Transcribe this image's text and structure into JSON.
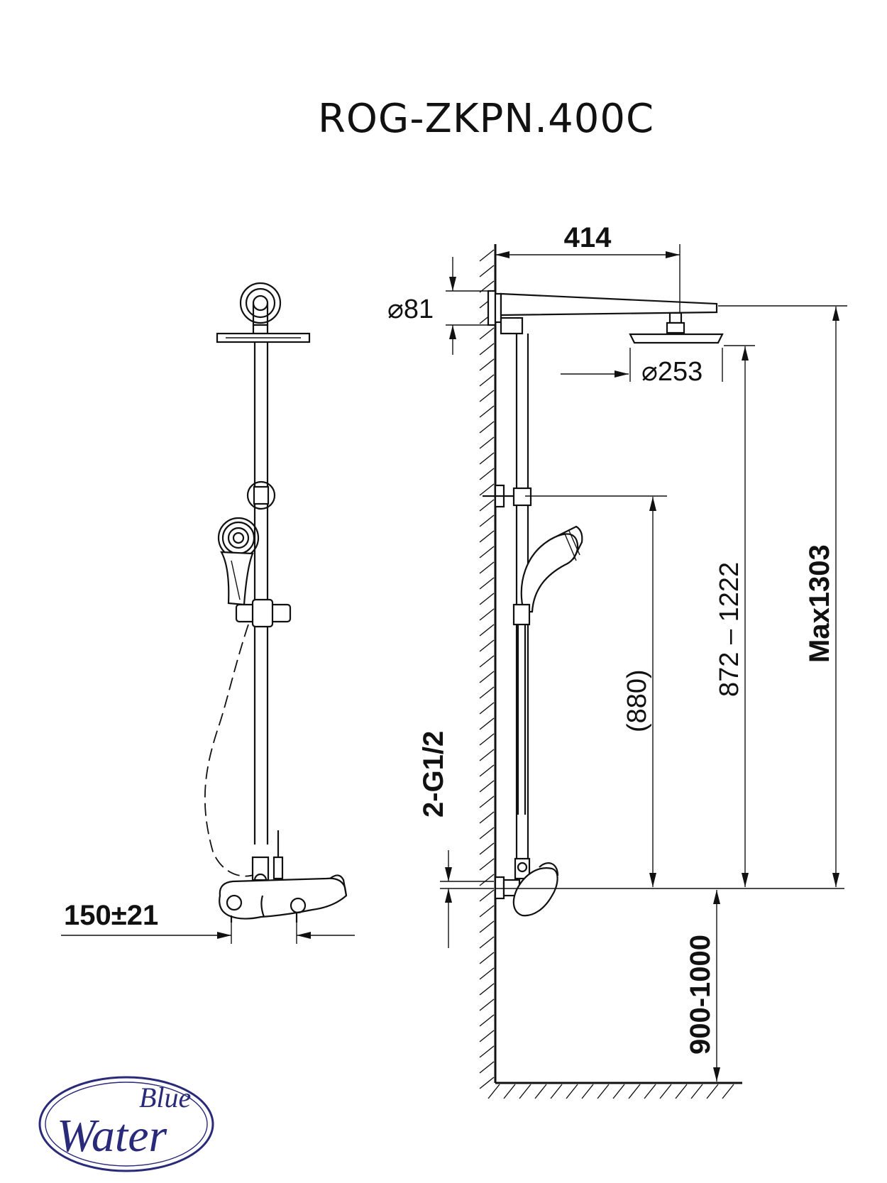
{
  "title": "ROG-ZKPN.400C",
  "dimensions": {
    "arm_length": "414",
    "flange_diameter": "⌀81",
    "head_diameter": "⌀253",
    "inlet_spacing": "150±21",
    "inlet_thread": "2-G1/2",
    "hand_shower_height": "(880)",
    "head_height_range": "872 – 1222",
    "max_height": "Max1303",
    "mount_height": "900-1000"
  },
  "logo": {
    "line1": "Blue",
    "line2": "Water",
    "color": "#2a2a7a"
  }
}
